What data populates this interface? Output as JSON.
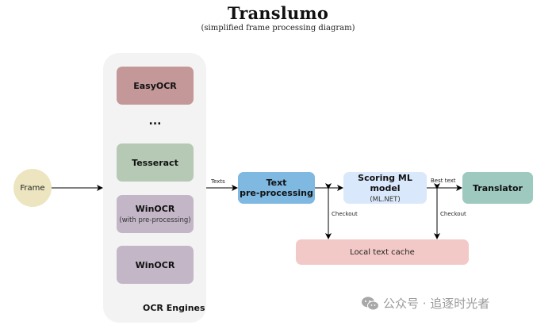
{
  "header": {
    "title": "Translumo",
    "subtitle": "(simplified frame processing diagram)"
  },
  "nodes": {
    "frame": {
      "label": "Frame",
      "color": "#ece5c0"
    },
    "ocr_group": {
      "label": "OCR Engines",
      "engines": [
        {
          "label": "EasyOCR",
          "sublabel": "",
          "color": "#c49898"
        },
        {
          "label": "...",
          "sublabel": "",
          "color": ""
        },
        {
          "label": "Tesseract",
          "sublabel": "",
          "color": "#b5c9b4"
        },
        {
          "label": "WinOCR",
          "sublabel": "(with pre-processing)",
          "color": "#c3b6c7"
        },
        {
          "label": "WinOCR",
          "sublabel": "",
          "color": "#c3b6c7"
        }
      ]
    },
    "text_preprocessing": {
      "label_line1": "Text",
      "label_line2": "pre-processing",
      "color": "#7fb8e0"
    },
    "scoring": {
      "label": "Scoring ML model",
      "sublabel": "(ML.NET)",
      "color": "#dae8fb"
    },
    "translator": {
      "label": "Translator",
      "color": "#9dc9bf"
    },
    "cache": {
      "label": "Local text cache",
      "color": "#f2c9c6"
    }
  },
  "edges": {
    "texts_label": "Texts",
    "best_text_label": "Best text",
    "checkout_left_label": "Checkout",
    "checkout_right_label": "Checkout"
  },
  "watermark": {
    "icon": "wechat-icon",
    "text": "公众号 · 追逐时光者"
  }
}
